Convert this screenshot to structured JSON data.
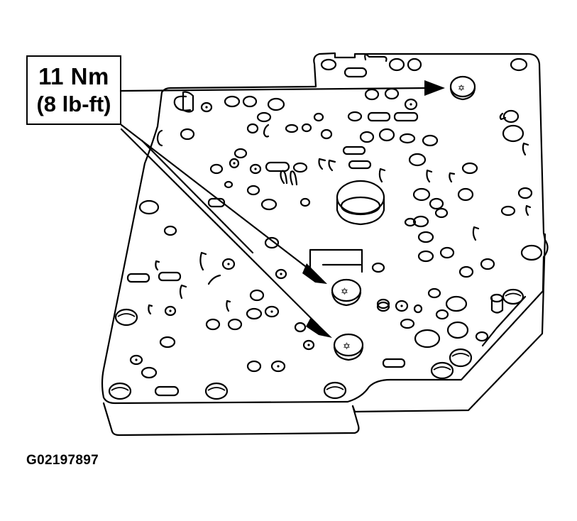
{
  "diagram": {
    "subject": "valve body / separator plate with torque-specified bolts",
    "callout": {
      "line1": "11 Nm",
      "line2": "(8 lb-ft)",
      "targets": [
        "bolt-top-right",
        "bolt-center-upper",
        "bolt-center-lower"
      ]
    },
    "figure_id": "G02197897",
    "colors": {
      "line": "#000000",
      "background": "#ffffff"
    }
  }
}
